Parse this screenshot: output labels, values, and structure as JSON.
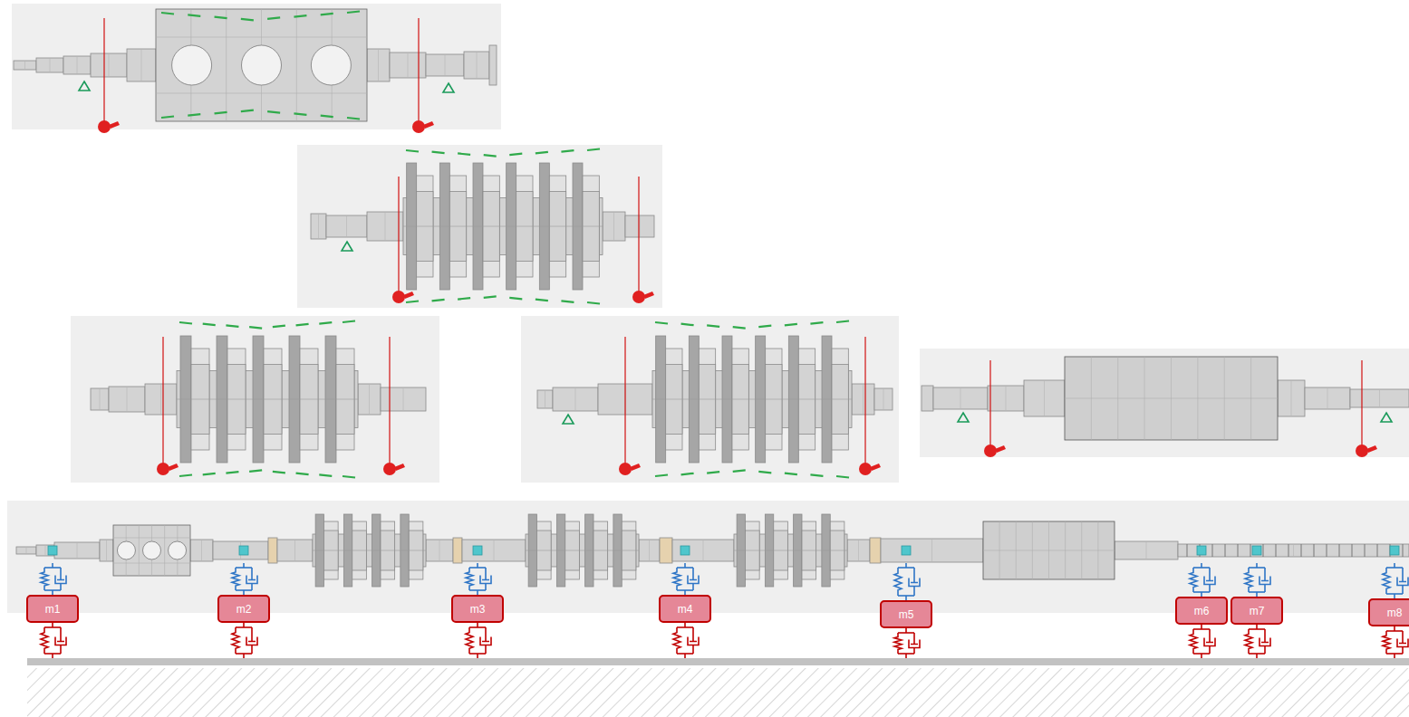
{
  "diagram": {
    "nodes": [
      {
        "text": [
          "m1"
        ]
      },
      {
        "text": [
          "m2"
        ]
      },
      {
        "text": [
          "m3"
        ]
      },
      {
        "text": [
          "m4"
        ]
      },
      {
        "text": [
          "m5"
        ]
      },
      {
        "text": [
          "m6"
        ]
      },
      {
        "text": [
          "m7"
        ]
      },
      {
        "text": [
          "m8"
        ]
      }
    ]
  }
}
